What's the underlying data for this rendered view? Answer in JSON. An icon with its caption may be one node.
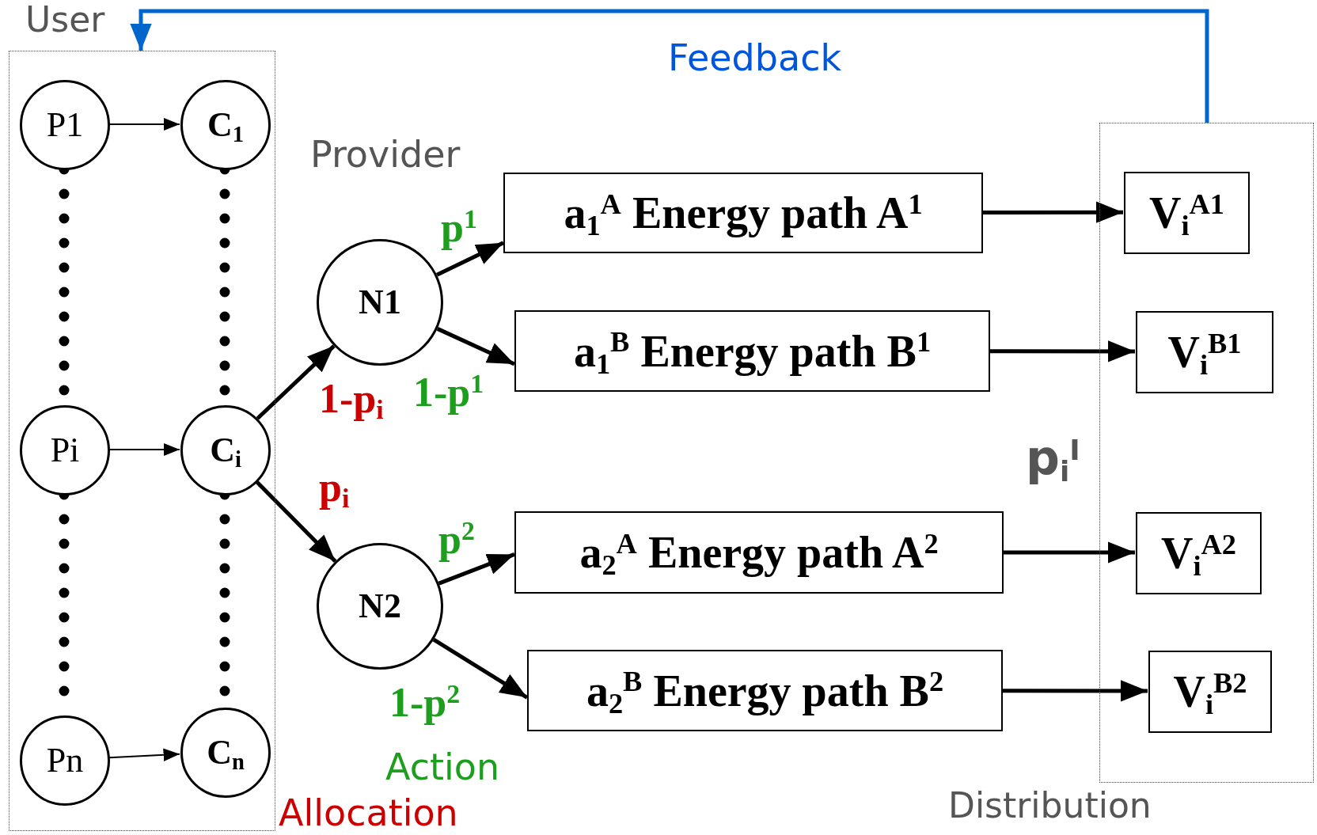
{
  "diagram": {
    "nodes": [
      {
        "text": [
          "User"
        ]
      },
      {
        "text": [
          "P1"
        ],
        "in": 0
      },
      {
        "text": [
          "C$_{1}$"
        ],
        "in": 0
      },
      {
        "text": [
          "Pi"
        ],
        "in": 0
      },
      {
        "text": [
          "C$_{i}$"
        ],
        "in": 0
      },
      {
        "text": [
          "Pn"
        ],
        "in": 0
      },
      {
        "text": [
          "C$_{n}$"
        ],
        "in": 0
      },
      {
        "text": [
          "N1"
        ]
      },
      {
        "text": [
          "N2"
        ]
      },
      {
        "text": [
          "a$_{1}$$^{A}$ Energy path A$^{1}$"
        ]
      },
      {
        "text": [
          "a$_{1}$$^{B}$ Energy path B$^{1}$"
        ]
      },
      {
        "text": [
          "a$_{2}$$^{A}$ Energy path A$^{2}$"
        ]
      },
      {
        "text": [
          "a$_{2}$$^{B}$ Energy path B$^{2}$"
        ]
      },
      {
        "text": [
          "Distribution"
        ]
      },
      {
        "text": [
          "V$_{i}$$^{A1}$"
        ],
        "in": 13
      },
      {
        "text": [
          "V$_{i}$$^{B1}$"
        ],
        "in": 13
      },
      {
        "text": [
          "V$_{i}$$^{A2}$"
        ],
        "in": 13
      },
      {
        "text": [
          "V$_{i}$$^{B2}$"
        ],
        "in": 13
      }
    ],
    "edges": [
      {
        "from": 1,
        "to": 2,
        "arrow": "to"
      },
      {
        "from": 3,
        "to": 4,
        "arrow": "to"
      },
      {
        "from": 5,
        "to": 6,
        "arrow": "to"
      },
      {
        "from": 1,
        "to": 3,
        "arrow": "none",
        "style": "dashed"
      },
      {
        "from": 3,
        "to": 5,
        "arrow": "none",
        "style": "dashed"
      },
      {
        "from": 2,
        "to": 4,
        "arrow": "none",
        "style": "dashed"
      },
      {
        "from": 4,
        "to": 6,
        "arrow": "none",
        "style": "dashed"
      },
      {
        "from": 4,
        "to": 7,
        "arrow": "to",
        "label": "1-p$_{i}$"
      },
      {
        "from": 4,
        "to": 8,
        "arrow": "to",
        "label": "p$_{i}$"
      },
      {
        "from": 7,
        "to": 9,
        "arrow": "to",
        "label": "p$^{1}$"
      },
      {
        "from": 7,
        "to": 10,
        "arrow": "to",
        "label": "1-p$^{1}$"
      },
      {
        "from": 8,
        "to": 11,
        "arrow": "to",
        "label": "p$^{2}$"
      },
      {
        "from": 8,
        "to": 12,
        "arrow": "to",
        "label": "1-p$^{2}$"
      },
      {
        "from": 9,
        "to": 14,
        "arrow": "to"
      },
      {
        "from": 10,
        "to": 15,
        "arrow": "to"
      },
      {
        "from": 11,
        "to": 16,
        "arrow": "to"
      },
      {
        "from": 12,
        "to": 17,
        "arrow": "to"
      },
      {
        "from": 13,
        "to": 0,
        "arrow": "to",
        "label": "Feedback",
        "color": "#0066cc"
      }
    ],
    "labels": [
      "Provider",
      "Action",
      "Allocation",
      "p$_{i}$$^{I}$"
    ]
  }
}
